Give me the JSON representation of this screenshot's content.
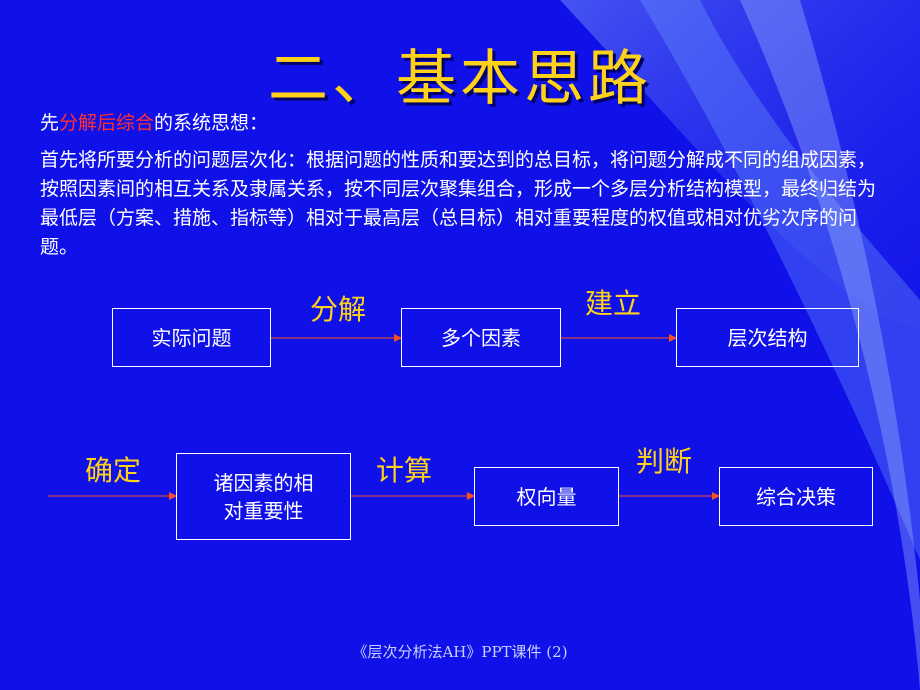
{
  "slide": {
    "title": "二、基本思路",
    "subtitle": {
      "prefix": "先",
      "highlight": "分解后综合",
      "suffix": "的系统思想："
    },
    "paragraph": "首先将所要分析的问题层次化：根据问题的性质和要达到的总目标，将问题分解成不同的组成因素，按照因素间的相互关系及隶属关系，按不同层次聚集组合，形成一个多层分析结构模型，最终归结为最低层（方案、措施、指标等）相对于最高层（总目标）相对重要程度的权值或相对优劣次序的问题。",
    "row1": {
      "boxes": [
        "实际问题",
        "多个因素",
        "层次结构"
      ],
      "labels": [
        "分解",
        "建立"
      ]
    },
    "row2": {
      "boxes": [
        "诸因素的相\n对重要性",
        "权向量",
        "综合决策"
      ],
      "labels": [
        "确定",
        "计算",
        "判断"
      ]
    },
    "footer": "《层次分析法AH》PPT课件 (2)"
  },
  "colors": {
    "background": "#1010e8",
    "title": "#ffd21a",
    "highlight": "#ff3030",
    "arrow": "#ff5020"
  }
}
